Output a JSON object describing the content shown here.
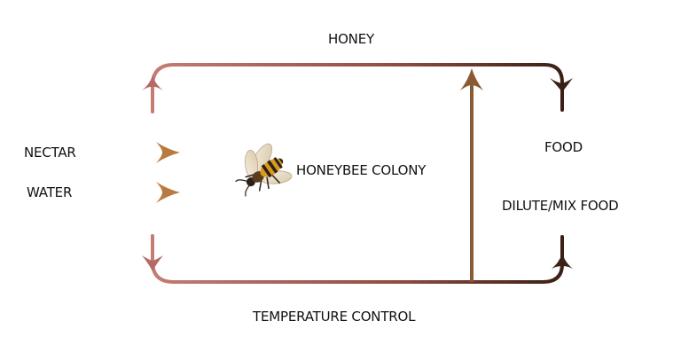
{
  "labels": {
    "honey": "HONEY",
    "nectar": "NECTAR",
    "water": "WATER",
    "colony": "HONEYBEE COLONY",
    "food": "FOOD",
    "dilute": "DILUTE/MIX FOOD",
    "temperature": "TEMPERATURE CONTROL"
  },
  "colors": {
    "loop_warm": "#b96a64",
    "loop_dark": "#4a2a1f",
    "input_arrow": "#9a5a25",
    "center_arrow": "#8a5a33"
  },
  "icons": {
    "bee": "bee-icon"
  }
}
